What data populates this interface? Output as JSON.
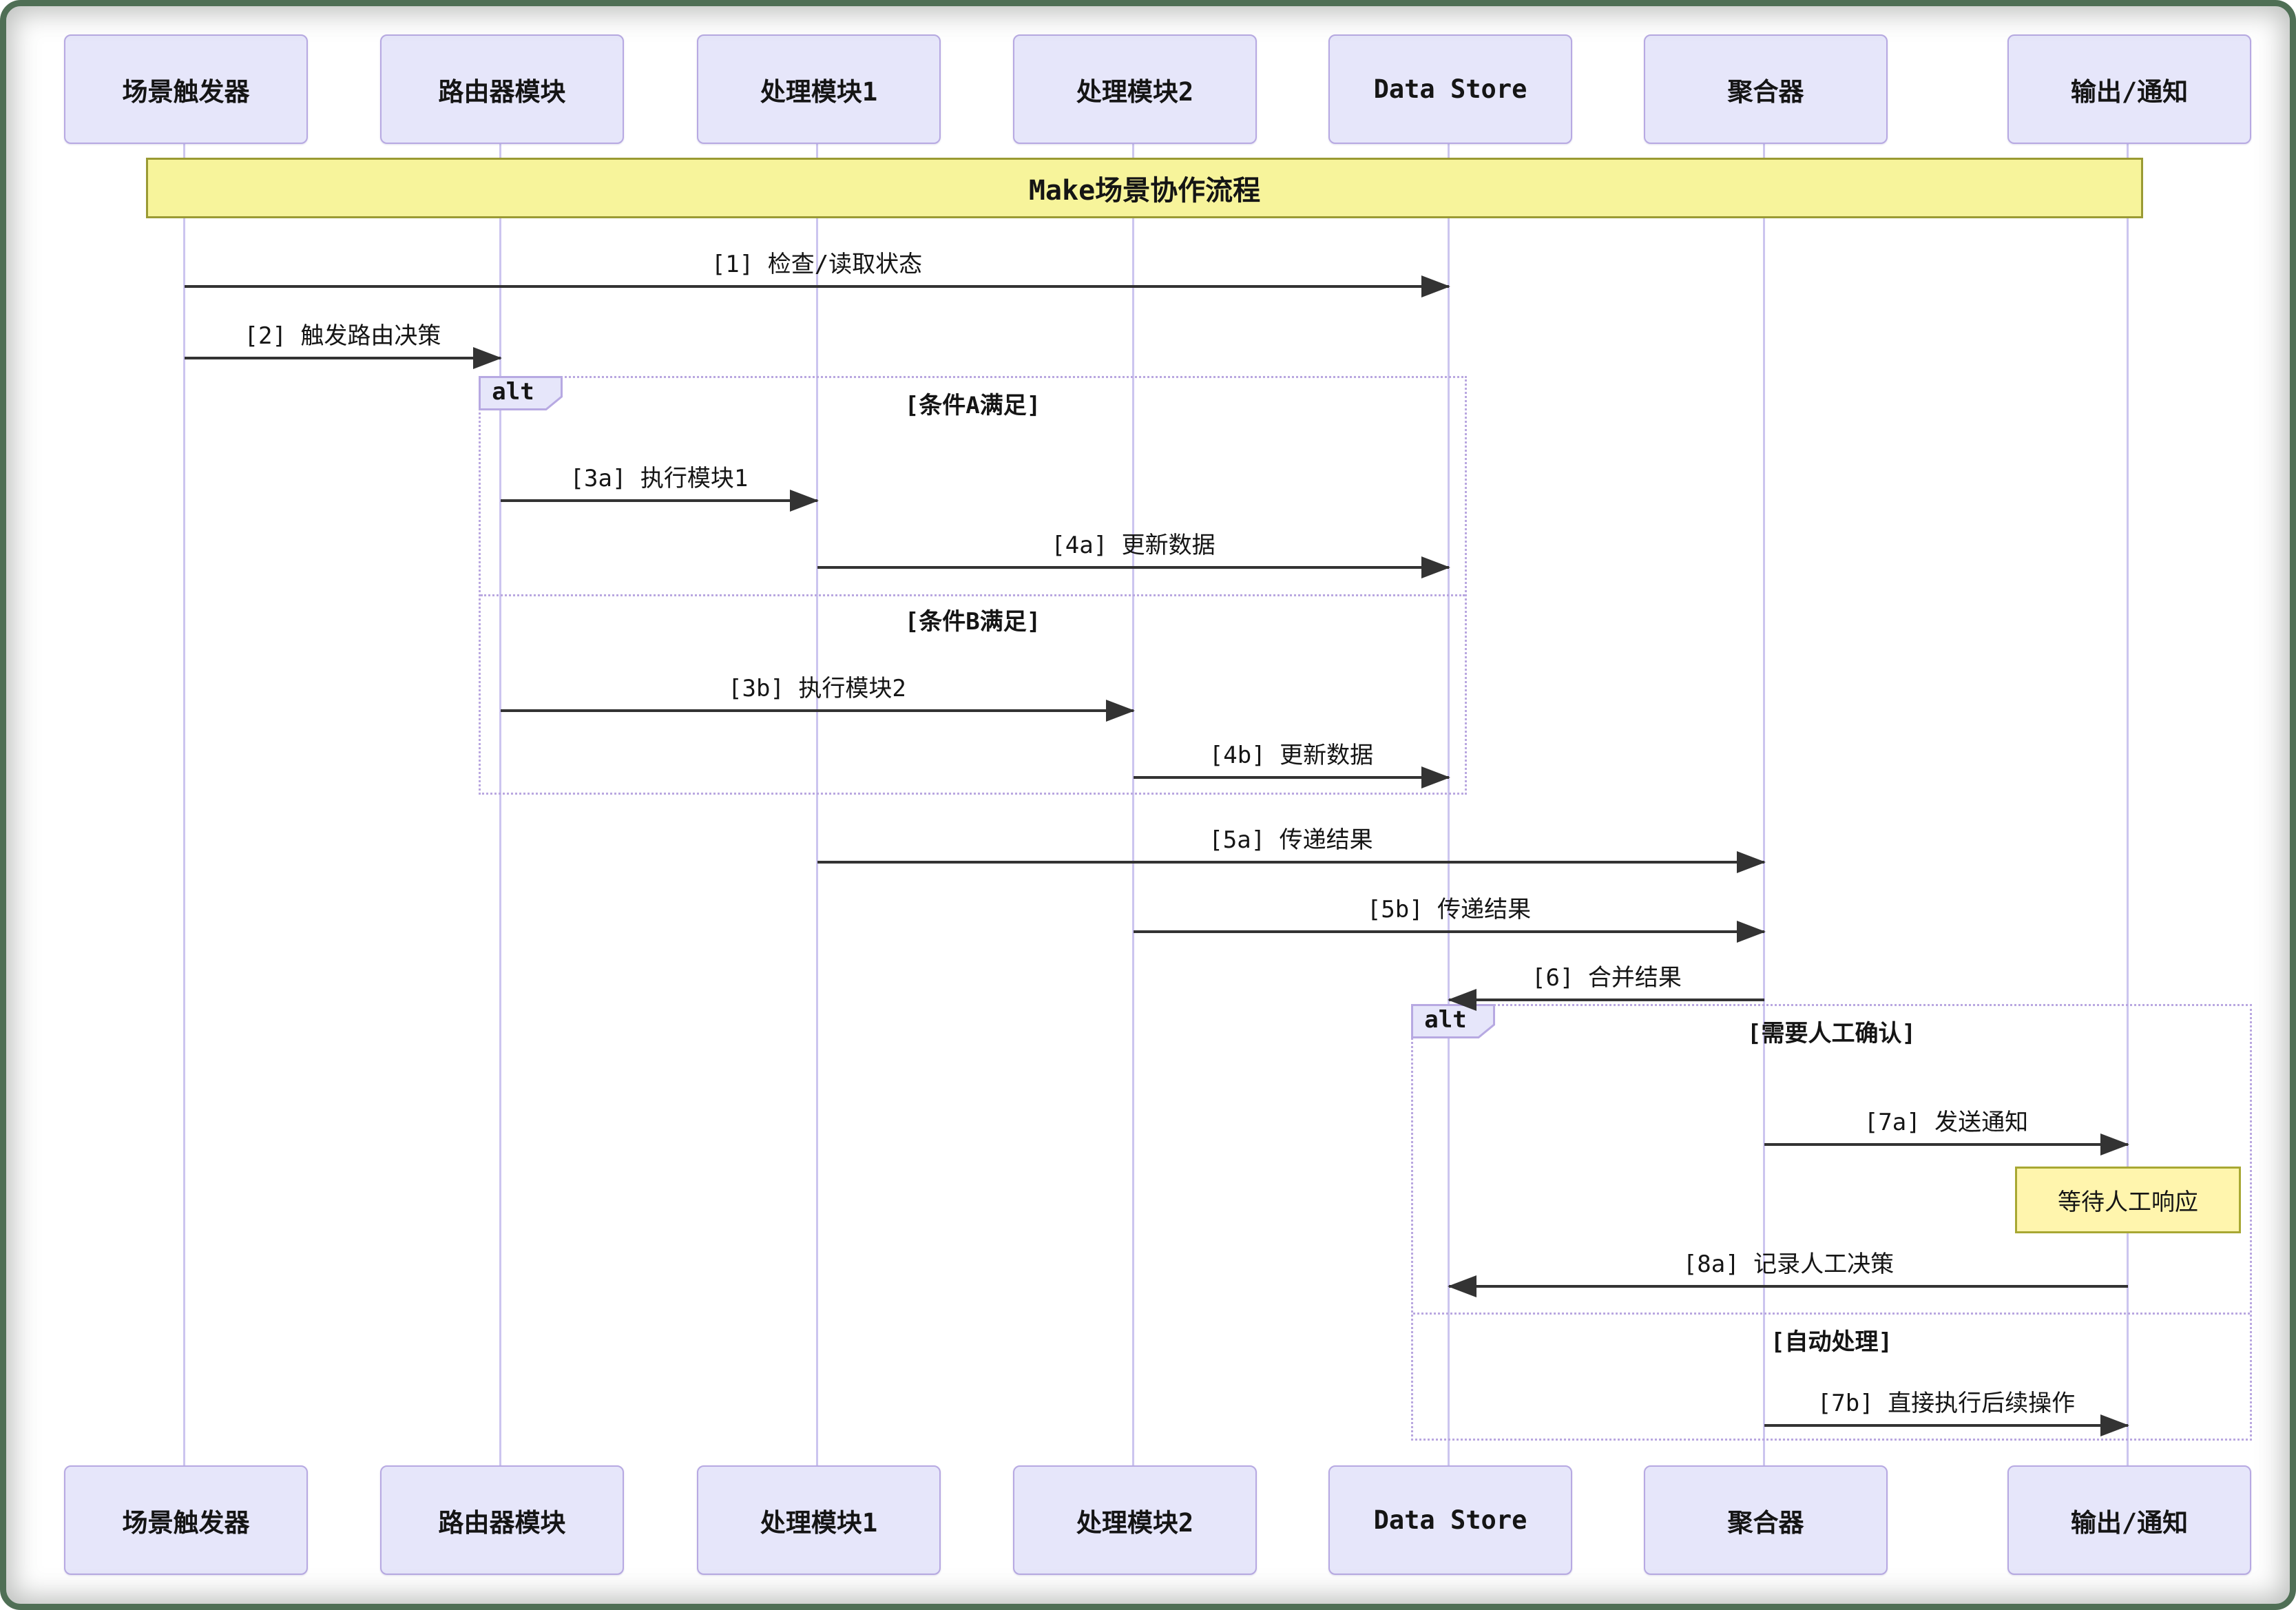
{
  "diagram_title": "Make场景协作流程",
  "participants": [
    {
      "label": "场景触发器"
    },
    {
      "label": "路由器模块"
    },
    {
      "label": "处理模块1"
    },
    {
      "label": "处理模块2"
    },
    {
      "label": "Data Store"
    },
    {
      "label": "聚合器"
    },
    {
      "label": "输出/通知"
    }
  ],
  "messages": [
    {
      "label": "[1] 检查/读取状态",
      "from": "场景触发器",
      "to": "Data Store"
    },
    {
      "label": "[2] 触发路由决策",
      "from": "场景触发器",
      "to": "路由器模块"
    },
    {
      "label": "[3a] 执行模块1",
      "from": "路由器模块",
      "to": "处理模块1"
    },
    {
      "label": "[4a] 更新数据",
      "from": "处理模块1",
      "to": "Data Store"
    },
    {
      "label": "[3b] 执行模块2",
      "from": "路由器模块",
      "to": "处理模块2"
    },
    {
      "label": "[4b] 更新数据",
      "from": "处理模块2",
      "to": "Data Store"
    },
    {
      "label": "[5a] 传递结果",
      "from": "处理模块1",
      "to": "聚合器"
    },
    {
      "label": "[5b] 传递结果",
      "from": "处理模块2",
      "to": "聚合器"
    },
    {
      "label": "[6] 合并结果",
      "from": "聚合器",
      "to": "Data Store"
    },
    {
      "label": "[7a] 发送通知",
      "from": "聚合器",
      "to": "输出/通知"
    },
    {
      "label": "[8a] 记录人工决策",
      "from": "输出/通知",
      "to": "Data Store"
    },
    {
      "label": "[7b] 直接执行后续操作",
      "from": "聚合器",
      "to": "输出/通知"
    }
  ],
  "alt1": {
    "operator": "alt",
    "condition_a": "[条件A满足]",
    "condition_b": "[条件B满足]"
  },
  "alt2": {
    "operator": "alt",
    "condition_a": "[需要人工确认]",
    "condition_b": "[自动处理]"
  },
  "note": {
    "label": "等待人工响应"
  },
  "colors": {
    "participant_fill": "#e6e6fa",
    "participant_border": "#b7a9e2",
    "lifeline": "#ccc5ef",
    "title_fill": "#f7f49b",
    "title_border": "#9a9a33",
    "note_fill": "#fff5ad",
    "note_border": "#a8a833",
    "alt_border": "#b9a7e0",
    "arrow": "#333333",
    "frame_green": "#4f6f55"
  }
}
